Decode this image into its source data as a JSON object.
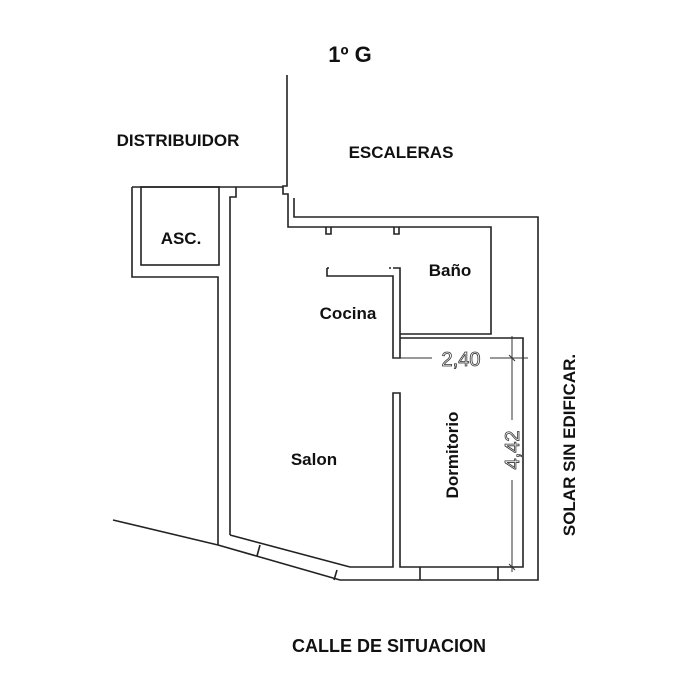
{
  "title": "1º G",
  "labels": {
    "distribuidor": "DISTRIBUIDOR",
    "escaleras": "ESCALERAS",
    "asc": "ASC.",
    "bano": "Baño",
    "cocina": "Cocina",
    "salon": "Salon",
    "dormitorio": "Dormitorio",
    "solar": "SOLAR SIN EDIFICAR.",
    "calle": "CALLE DE SITUACION"
  },
  "dimensions": {
    "width": "2,40",
    "depth": "4,42"
  }
}
